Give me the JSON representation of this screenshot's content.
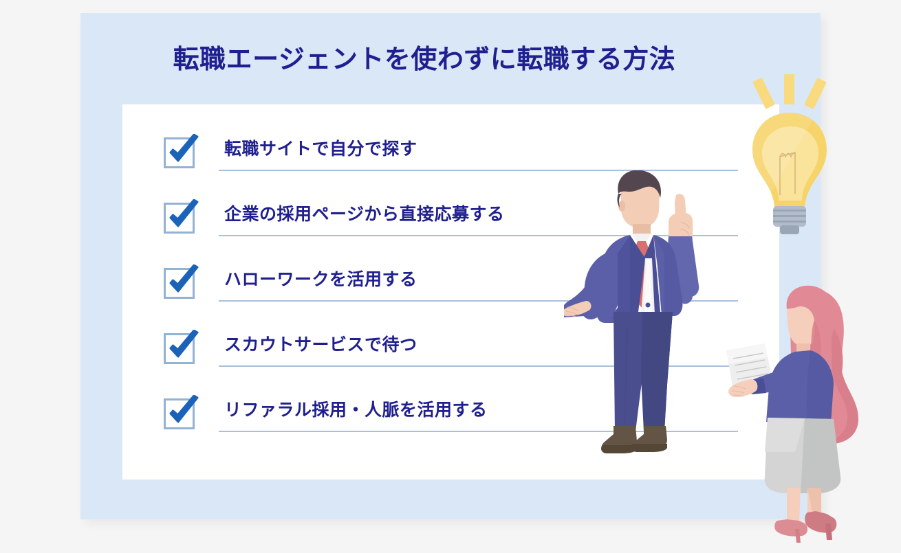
{
  "page": {
    "background_color": "#f5f5f5",
    "panel_color": "#dae7f7",
    "card_color": "#ffffff",
    "text_color": "#1f1f8f",
    "rule_color": "#a9c0dd",
    "check_color": "#1b63b8",
    "checkbox_border_color": "#93b2d4"
  },
  "header": {
    "title": "転職エージェントを使わずに転職する方法"
  },
  "checklist": {
    "items": [
      {
        "label": "転職サイトで自分で探す"
      },
      {
        "label": "企業の採用ページから直接応募する"
      },
      {
        "label": "ハローワークを活用する"
      },
      {
        "label": "スカウトサービスで待つ"
      },
      {
        "label": "リファラル採用・人脈を活用する"
      }
    ]
  },
  "illustrations": {
    "bulb": {
      "name": "lightbulb-idea-icon",
      "body_color": "#f6d469",
      "highlight_color": "#fae39a",
      "base_color": "#aab4c4",
      "ray_color": "#f9da7e"
    },
    "man": {
      "name": "businessman-pointing-up-illustration",
      "suit_color": "#5b5fa8",
      "suit_shade_color": "#4c5096",
      "trouser_color": "#4a4e8f",
      "tie_color": "#d9706e",
      "shirt_color": "#f2f2f4",
      "skin_color": "#f3cdb6",
      "hair_color": "#54464f",
      "shoe_color": "#635446"
    },
    "woman": {
      "name": "businesswoman-holding-document-illustration",
      "hair_color": "#e18a96",
      "hair_shade_color": "#d97f8c",
      "top_color": "#5b5fa8",
      "skirt_color": "#d3d4d3",
      "skirt_shade_color": "#c3c5c4",
      "skin_color": "#f5cfbb",
      "shoe_color": "#dc8c93",
      "paper_color": "#eeeeee"
    }
  }
}
